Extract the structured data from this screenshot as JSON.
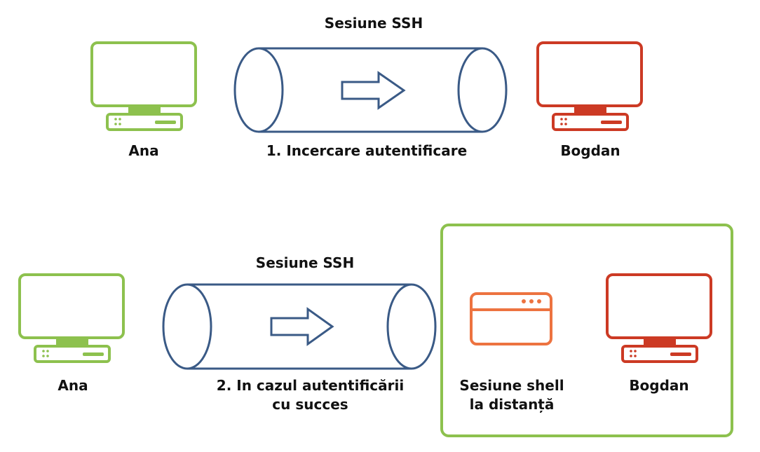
{
  "colors": {
    "client": "#8dc14e",
    "server": "#cc3a24",
    "tunnel": "#3a5a86",
    "shell": "#ed7340",
    "highlight_box": "#8dc14e",
    "text": "#111111"
  },
  "icons": {
    "computer": "desktop-computer-icon",
    "shell": "terminal-window-icon",
    "tunnel": "cylinder-tunnel",
    "arrow": "right-arrow-icon"
  },
  "scene1": {
    "tunnel_title": "Sesiune SSH",
    "client_label": "Ana",
    "server_label": "Bogdan",
    "step_label": "1. Incercare autentificare"
  },
  "scene2": {
    "tunnel_title": "Sesiune SSH",
    "client_label": "Ana",
    "server_label": "Bogdan",
    "step_label_line1": "2. In cazul autentificării",
    "step_label_line2": "cu succes",
    "shell_label_line1": "Sesiune shell",
    "shell_label_line2": "la distanță"
  }
}
